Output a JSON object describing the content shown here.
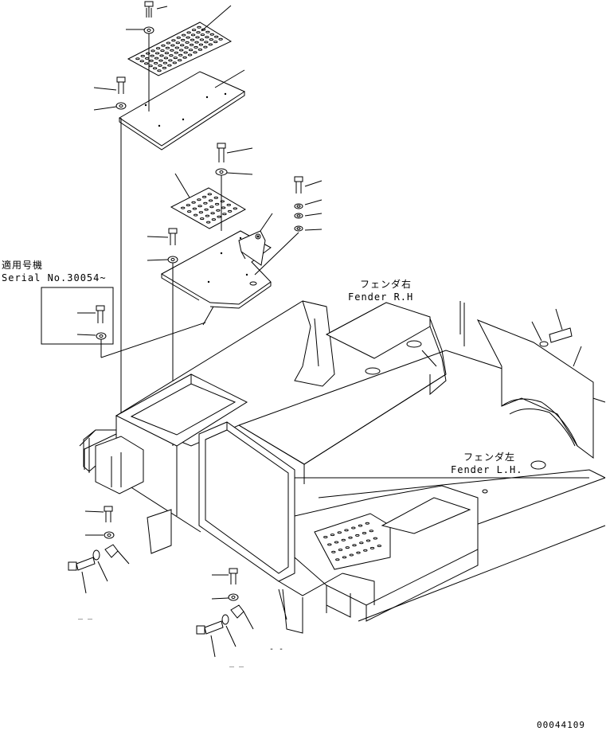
{
  "notes": {
    "applicable_jp": "適用号機",
    "serial": "Serial No.30054~"
  },
  "fender_rh": {
    "jp": "フェンダ右",
    "en": "Fender R.H"
  },
  "fender_lh": {
    "jp": "フェンダ左",
    "en": "Fender L.H."
  },
  "drawing_number": "00044109"
}
